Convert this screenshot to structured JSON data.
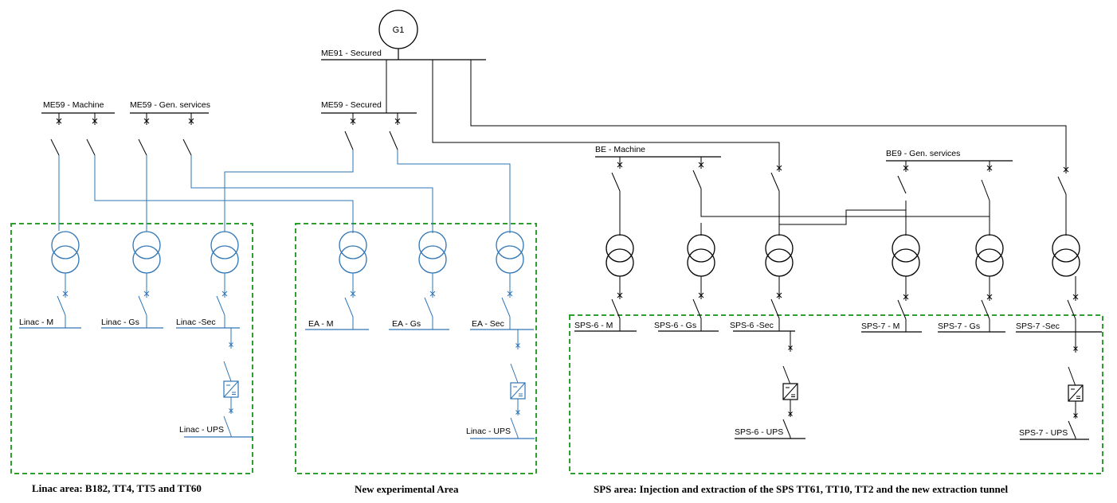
{
  "generator": "G1",
  "buses": {
    "me91_secured": "ME91 - Secured",
    "me59_machine": "ME59 - Machine",
    "me59_gen_services": "ME59 - Gen. services",
    "me59_secured": "ME59 - Secured",
    "be_machine": "BE - Machine",
    "be9_gen_services": "BE9 - Gen. services"
  },
  "switchboards": {
    "linac_m": "Linac - M",
    "linac_gs": "Linac - Gs",
    "linac_sec": "Linac -Sec",
    "linac_ups": "Linac - UPS",
    "ea_m": "EA - M",
    "ea_gs": "EA - Gs",
    "ea_sec": "EA - Sec",
    "ea_ups": "Linac - UPS",
    "sps6_m": "SPS-6 - M",
    "sps6_gs": "SPS-6 - Gs",
    "sps6_sec": "SPS-6 -Sec",
    "sps6_ups": "SPS-6 - UPS",
    "sps7_m": "SPS-7 - M",
    "sps7_gs": "SPS-7 - Gs",
    "sps7_sec": "SPS-7 -Sec",
    "sps7_ups": "SPS-7 - UPS"
  },
  "areas": {
    "linac": "Linac area: B182, TT4, TT5 and TT60",
    "experimental": "New experimental Area",
    "sps": "SPS area: Injection and extraction of the SPS TT61, TT10, TT2 and the new extraction tunnel"
  },
  "colors": {
    "black": "#000000",
    "blue": "#2e75b6",
    "area_border": "#2e9e2e"
  }
}
